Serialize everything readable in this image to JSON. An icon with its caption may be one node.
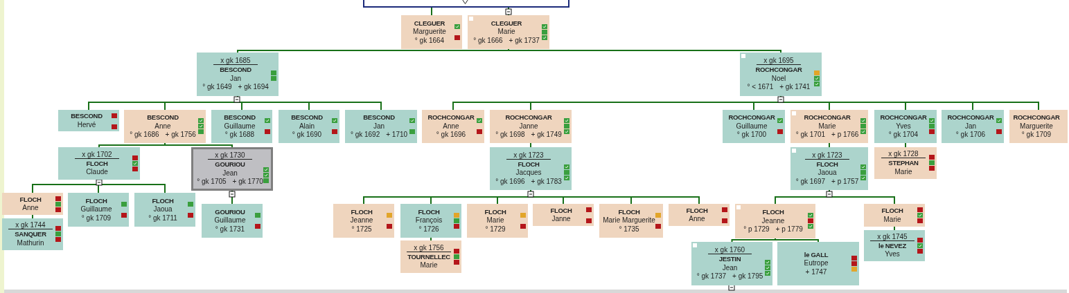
{
  "diagram": {
    "nodes": [
      {
        "text": [],
        "shape": "box"
      },
      {
        "text": [
          "CLEGUER",
          "Marguerite",
          "° gk 1664"
        ]
      },
      {
        "text": [
          "CLEGUER",
          "Marie",
          "° gk 1666",
          "+ gk 1737"
        ]
      },
      {
        "text": [
          "x gk 1685",
          "BESCOND",
          "Jan",
          "° gk 1649",
          "+ gk 1694"
        ]
      },
      {
        "text": [
          "x gk 1695",
          "ROCHCONGAR",
          "Noel",
          "° < 1671",
          "+ gk 1741"
        ]
      },
      {
        "text": [
          "BESCOND",
          "Hervé"
        ]
      },
      {
        "text": [
          "BESCOND",
          "Anne",
          "° gk 1686",
          "+ gk 1756"
        ]
      },
      {
        "text": [
          "BESCOND",
          "Guillaume",
          "° gk 1688"
        ]
      },
      {
        "text": [
          "BESCOND",
          "Alain",
          "° gk 1690"
        ]
      },
      {
        "text": [
          "BESCOND",
          "Jan",
          "° gk 1692",
          "+ 1710"
        ]
      },
      {
        "text": [
          "ROCHCONGAR",
          "Anne",
          "° gk 1696"
        ]
      },
      {
        "text": [
          "ROCHCONGAR",
          "Janne",
          "° gk 1698",
          "+ gk 1749"
        ]
      },
      {
        "text": [
          "ROCHCONGAR",
          "Guillaume",
          "° gk 1700"
        ]
      },
      {
        "text": [
          "ROCHCONGAR",
          "Marie",
          "° gk 1701",
          "+ p 1766"
        ]
      },
      {
        "text": [
          "ROCHCONGAR",
          "Yves",
          "° gk 1704"
        ]
      },
      {
        "text": [
          "ROCHCONGAR",
          "Jan",
          "° gk 1706"
        ]
      },
      {
        "text": [
          "ROCHCONGAR",
          "Marguerite",
          "° gk 1709"
        ]
      },
      {
        "text": [
          "x gk 1702",
          "FLOCH",
          "Claude"
        ]
      },
      {
        "text": [
          "x gk 1730",
          "GOURIOU",
          "Jean",
          "° gk 1705",
          "+ gk 1770"
        ]
      },
      {
        "text": [
          "FLOCH",
          "Anne"
        ]
      },
      {
        "text": [
          "x gk 1744",
          "SANQUER",
          "Mathurin"
        ]
      },
      {
        "text": [
          "FLOCH",
          "Guillaume",
          "° gk 1709"
        ]
      },
      {
        "text": [
          "FLOCH",
          "Jaoua",
          "° gk 1711"
        ]
      },
      {
        "text": [
          "GOURIOU",
          "Guillaume",
          "° gk 1731"
        ]
      },
      {
        "text": [
          "x gk 1723",
          "FLOCH",
          "Jacques",
          "° gk 1696",
          "+ gk 1783"
        ]
      },
      {
        "text": [
          "FLOCH",
          "Jeanne",
          "° 1725"
        ]
      },
      {
        "text": [
          "FLOCH",
          "François",
          "° 1726"
        ]
      },
      {
        "text": [
          "FLOCH",
          "Marie",
          "° 1729"
        ]
      },
      {
        "text": [
          "FLOCH",
          "Janne"
        ]
      },
      {
        "text": [
          "FLOCH",
          "Marie Marguerite",
          "° 1735"
        ]
      },
      {
        "text": [
          "FLOCH",
          "Anne"
        ]
      },
      {
        "text": [
          "x gk 1756",
          "TOURNELLEC",
          "Marie"
        ]
      },
      {
        "text": [
          "x gk 1723",
          "FLOCH",
          "Jaoua",
          "° gk 1697",
          "+ p 1757"
        ]
      },
      {
        "text": [
          "x gk 1728",
          "STEPHAN",
          "Marie"
        ]
      },
      {
        "text": [
          "FLOCH",
          "Jeanne",
          "° p 1729",
          "+ p 1779"
        ]
      },
      {
        "text": [
          "FLOCH",
          "Marie"
        ]
      },
      {
        "text": [
          "x gk 1745",
          "le NEVEZ",
          "Yves"
        ]
      },
      {
        "text": [
          "x gk 1760",
          "JESTIN",
          "Jean",
          "° gk 1737",
          "+ gk 1795"
        ]
      },
      {
        "text": [
          "le GALL",
          "Eutrope",
          "+ 1747"
        ]
      }
    ],
    "edges": [
      {
        "from": 0,
        "to": 1,
        "arrow": "none"
      },
      {
        "from": 0,
        "to": 2,
        "arrow": "none"
      },
      {
        "from": 2,
        "to": 3,
        "arrow": "none"
      },
      {
        "from": 2,
        "to": 4,
        "arrow": "none"
      },
      {
        "from": 3,
        "to": 5,
        "arrow": "none"
      },
      {
        "from": 3,
        "to": 6,
        "arrow": "none"
      },
      {
        "from": 3,
        "to": 7,
        "arrow": "none"
      },
      {
        "from": 3,
        "to": 8,
        "arrow": "none"
      },
      {
        "from": 3,
        "to": 9,
        "arrow": "none"
      },
      {
        "from": 4,
        "to": 10,
        "arrow": "none"
      },
      {
        "from": 4,
        "to": 11,
        "arrow": "none"
      },
      {
        "from": 4,
        "to": 12,
        "arrow": "none"
      },
      {
        "from": 4,
        "to": 13,
        "arrow": "none"
      },
      {
        "from": 4,
        "to": 14,
        "arrow": "none"
      },
      {
        "from": 4,
        "to": 15,
        "arrow": "none"
      },
      {
        "from": 4,
        "to": 16,
        "arrow": "none"
      },
      {
        "from": 6,
        "to": 17,
        "arrow": "none"
      },
      {
        "from": 6,
        "to": 18,
        "arrow": "none"
      },
      {
        "from": 17,
        "to": 19,
        "arrow": "none"
      },
      {
        "from": 17,
        "to": 21,
        "arrow": "none"
      },
      {
        "from": 17,
        "to": 22,
        "arrow": "none"
      },
      {
        "from": 19,
        "to": 20,
        "arrow": "none"
      },
      {
        "from": 18,
        "to": 23,
        "arrow": "none"
      },
      {
        "from": 11,
        "to": 24,
        "arrow": "none"
      },
      {
        "from": 24,
        "to": 25,
        "arrow": "none"
      },
      {
        "from": 24,
        "to": 26,
        "arrow": "none"
      },
      {
        "from": 24,
        "to": 27,
        "arrow": "none"
      },
      {
        "from": 24,
        "to": 28,
        "arrow": "none"
      },
      {
        "from": 24,
        "to": 29,
        "arrow": "none"
      },
      {
        "from": 24,
        "to": 30,
        "arrow": "none"
      },
      {
        "from": 26,
        "to": 31,
        "arrow": "none"
      },
      {
        "from": 13,
        "to": 32,
        "arrow": "none"
      },
      {
        "from": 14,
        "to": 33,
        "arrow": "none"
      },
      {
        "from": 32,
        "to": 34,
        "arrow": "none"
      },
      {
        "from": 32,
        "to": 35,
        "arrow": "none"
      },
      {
        "from": 35,
        "to": 36,
        "arrow": "none"
      },
      {
        "from": 34,
        "to": 37,
        "arrow": "none"
      },
      {
        "from": 34,
        "to": 38,
        "arrow": "none"
      }
    ]
  }
}
